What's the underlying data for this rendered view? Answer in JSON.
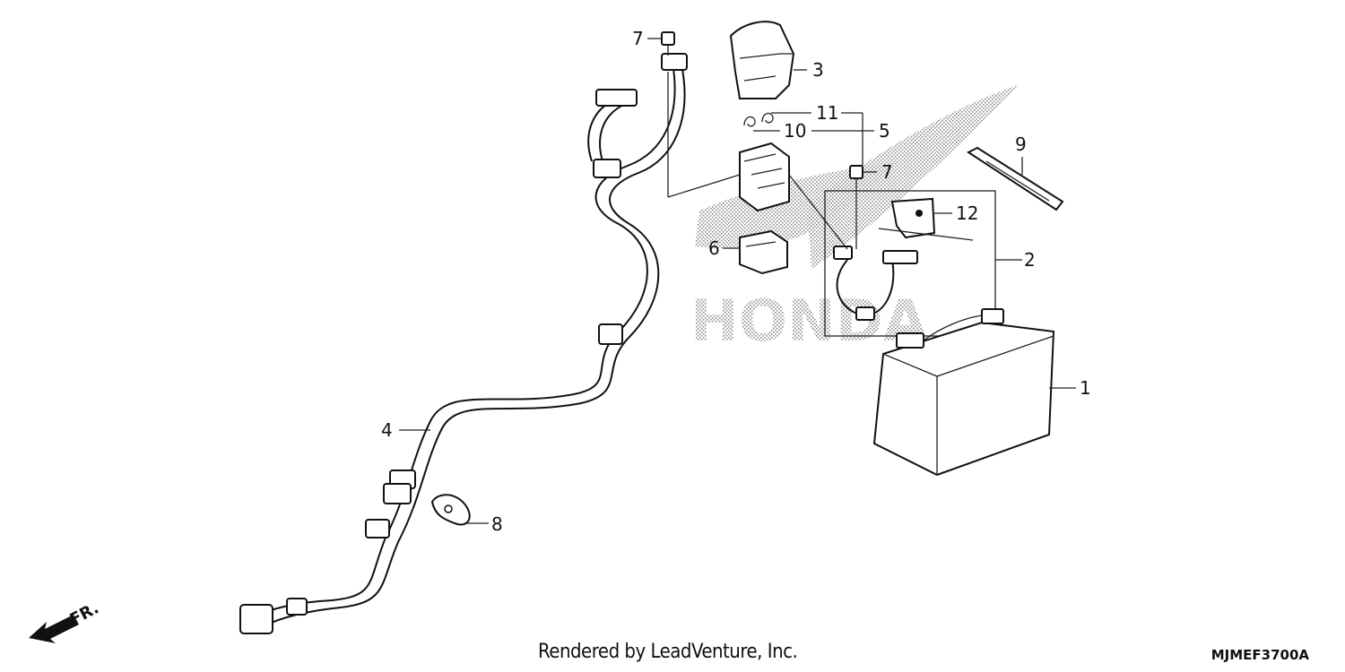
{
  "callouts": {
    "c1": "1",
    "c2": "2",
    "c3": "3",
    "c4": "4",
    "c5": "5",
    "c6": "6",
    "c7a": "7",
    "c7b": "7",
    "c8": "8",
    "c9": "9",
    "c10": "10",
    "c11": "11",
    "c12": "12"
  },
  "front_marker": "FR.",
  "watermark_text": "HONDA",
  "footer": {
    "credit": "Rendered by LeadVenture, Inc.",
    "diagram_code": "MJMEF3700A"
  },
  "colors": {
    "ink": "#111111",
    "halftone": "#9a9a9a",
    "background": "#ffffff"
  }
}
